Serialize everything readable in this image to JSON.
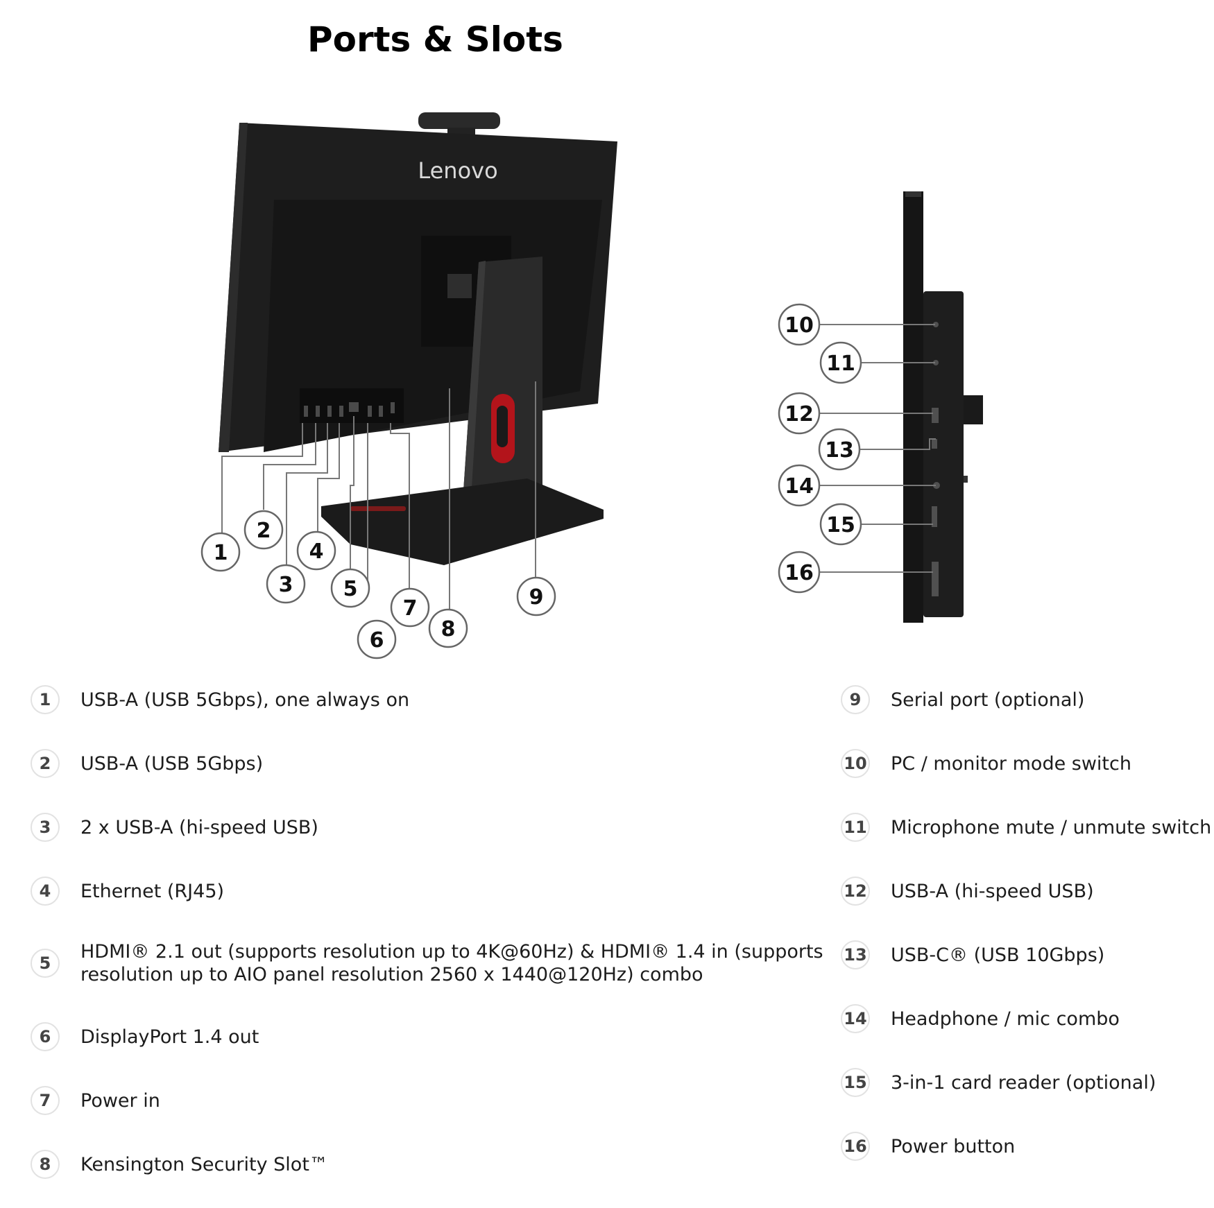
{
  "title": "Ports & Slots",
  "brand": "Lenovo",
  "colors": {
    "device": "#1f1f1f",
    "accent": "#b3141b",
    "badge_border": "#e2e2e2"
  },
  "callouts_rear": [
    "1",
    "2",
    "3",
    "4",
    "5",
    "6",
    "7",
    "8",
    "9"
  ],
  "callouts_side": [
    "10",
    "11",
    "12",
    "13",
    "14",
    "15",
    "16"
  ],
  "legend_left": [
    {
      "num": "1",
      "text": "USB-A (USB 5Gbps), one always on"
    },
    {
      "num": "2",
      "text": "USB-A (USB 5Gbps)"
    },
    {
      "num": "3",
      "text": "2 x USB-A (hi-speed USB)"
    },
    {
      "num": "4",
      "text": "Ethernet (RJ45)"
    },
    {
      "num": "5",
      "text": "HDMI® 2.1 out (supports resolution up to 4K@60Hz) & HDMI® 1.4 in (supports",
      "text2": "resolution up to AIO panel resolution 2560 x 1440@120Hz) combo"
    },
    {
      "num": "6",
      "text": "DisplayPort 1.4 out"
    },
    {
      "num": "7",
      "text": "Power in"
    },
    {
      "num": "8",
      "text": "Kensington Security Slot™"
    }
  ],
  "legend_right": [
    {
      "num": "9",
      "text": "Serial port (optional)"
    },
    {
      "num": "10",
      "text": "PC / monitor mode switch"
    },
    {
      "num": "11",
      "text": "Microphone mute / unmute switch"
    },
    {
      "num": "12",
      "text": "USB-A (hi-speed USB)"
    },
    {
      "num": "13",
      "text": "USB-C® (USB 10Gbps)"
    },
    {
      "num": "14",
      "text": "Headphone / mic combo"
    },
    {
      "num": "15",
      "text": "3-in-1 card reader (optional)"
    },
    {
      "num": "16",
      "text": "Power button"
    }
  ]
}
